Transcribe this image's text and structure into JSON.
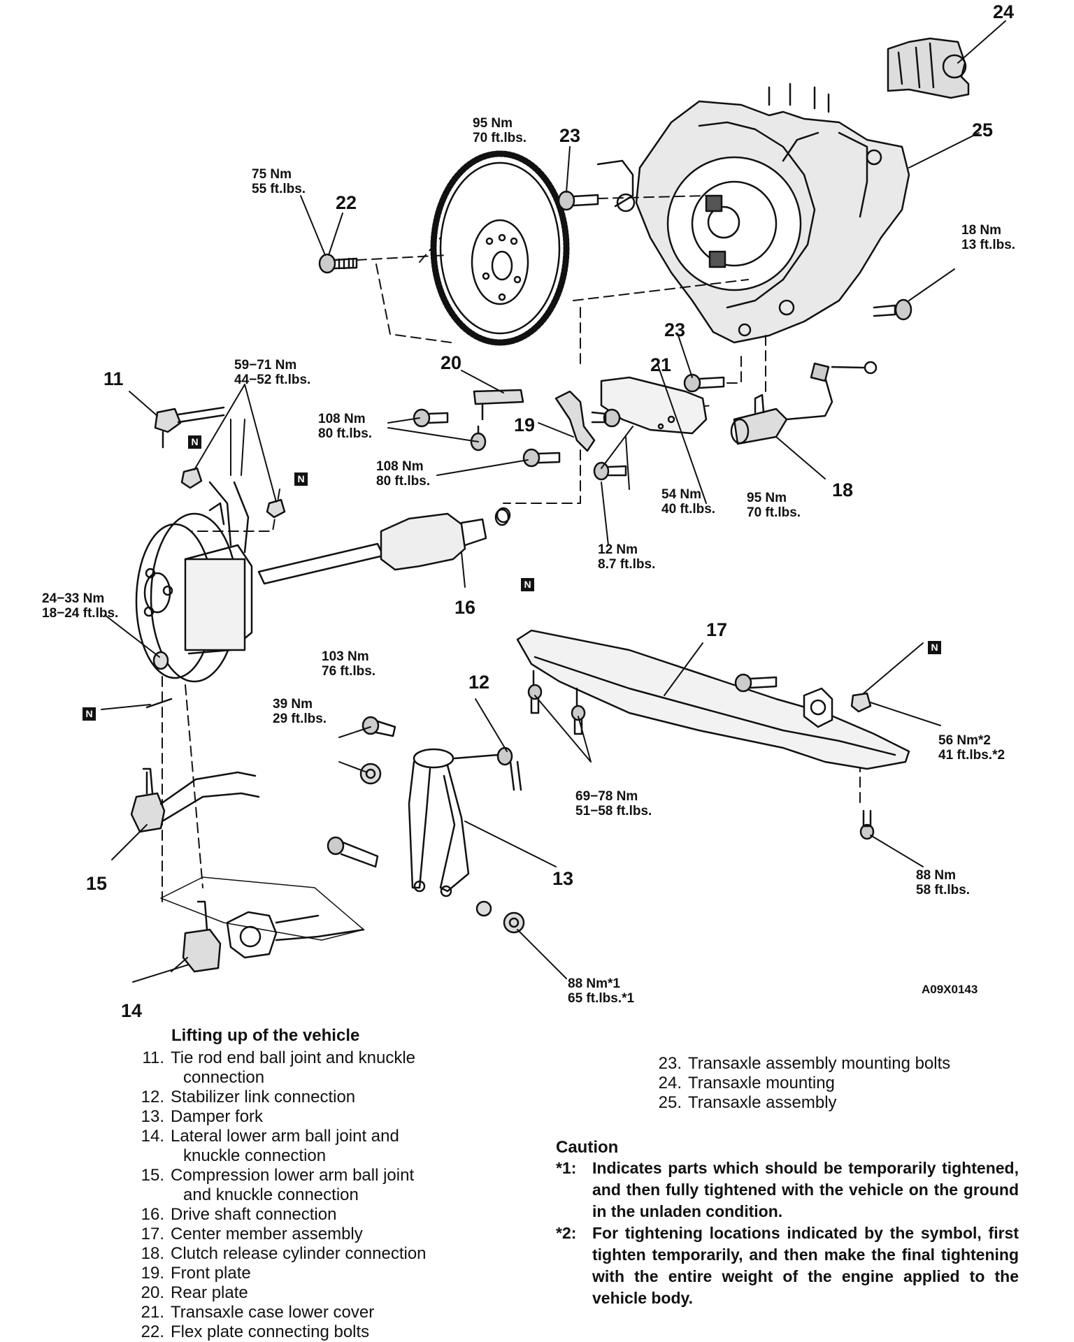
{
  "callouts": {
    "c11": "11",
    "c12": "12",
    "c13": "13",
    "c14": "14",
    "c15": "15",
    "c16": "16",
    "c17": "17",
    "c18": "18",
    "c19": "19",
    "c20": "20",
    "c21": "21",
    "c22": "22",
    "c23a": "23",
    "c23b": "23",
    "c24": "24",
    "c25": "25"
  },
  "torques": {
    "t_95_top": [
      "95 Nm",
      "70 ft.lbs."
    ],
    "t_75": [
      "75 Nm",
      "55 ft.lbs."
    ],
    "t_18": [
      "18 Nm",
      "13 ft.lbs."
    ],
    "t_59": [
      "59−71 Nm",
      "44−52 ft.lbs."
    ],
    "t_108a": [
      "108 Nm",
      "80 ft.lbs."
    ],
    "t_108b": [
      "108 Nm",
      "80 ft.lbs."
    ],
    "t_54": [
      "54 Nm",
      "40 ft.lbs."
    ],
    "t_95b": [
      "95 Nm",
      "70 ft.lbs."
    ],
    "t_12": [
      "12 Nm",
      "8.7 ft.lbs."
    ],
    "t_24": [
      "24−33 Nm",
      "18−24 ft.lbs."
    ],
    "t_103": [
      "103 Nm",
      "76 ft.lbs."
    ],
    "t_39": [
      "39 Nm",
      "29 ft.lbs."
    ],
    "t_69": [
      "69−78 Nm",
      "51−58 ft.lbs."
    ],
    "t_56": [
      "56 Nm*2",
      "41 ft.lbs.*2"
    ],
    "t_88a": [
      "88 Nm",
      "58 ft.lbs."
    ],
    "t_88b": [
      "88 Nm*1",
      "65 ft.lbs.*1"
    ]
  },
  "n_symbol": "N",
  "figure_code": "A09X0143",
  "heading": "Lifting up of the vehicle",
  "legend_left": [
    {
      "n": "11.",
      "t": "Tie rod end ball joint and knuckle",
      "c": "connection"
    },
    {
      "n": "12.",
      "t": "Stabilizer link connection",
      "c": ""
    },
    {
      "n": "13.",
      "t": "Damper fork",
      "c": ""
    },
    {
      "n": "14.",
      "t": "Lateral lower arm ball joint and",
      "c": "knuckle connection"
    },
    {
      "n": "15.",
      "t": "Compression lower arm ball joint",
      "c": "and knuckle connection"
    },
    {
      "n": "16.",
      "t": "Drive shaft connection",
      "c": ""
    },
    {
      "n": "17.",
      "t": "Center member assembly",
      "c": ""
    },
    {
      "n": "18.",
      "t": "Clutch release cylinder connection",
      "c": ""
    },
    {
      "n": "19.",
      "t": "Front plate",
      "c": ""
    },
    {
      "n": "20.",
      "t": "Rear plate",
      "c": ""
    },
    {
      "n": "21.",
      "t": "Transaxle case lower cover",
      "c": ""
    },
    {
      "n": "22.",
      "t": "Flex plate connecting bolts",
      "c": ""
    }
  ],
  "legend_right": [
    {
      "n": "23.",
      "t": "Transaxle assembly mounting bolts",
      "c": ""
    },
    {
      "n": "24.",
      "t": "Transaxle mounting",
      "c": ""
    },
    {
      "n": "25.",
      "t": "Transaxle assembly",
      "c": ""
    }
  ],
  "caution": {
    "title": "Caution",
    "items": [
      {
        "mark": "*1:",
        "text": "Indicates parts which should be temporarily tightened, and then fully tightened with the vehicle on the ground in the unladen condition."
      },
      {
        "mark": "*2:",
        "text": "For tightening locations indicated by the symbol, first tighten temporarily, and then make the final tightening with the entire weight of the engine applied to the vehicle body."
      }
    ]
  }
}
